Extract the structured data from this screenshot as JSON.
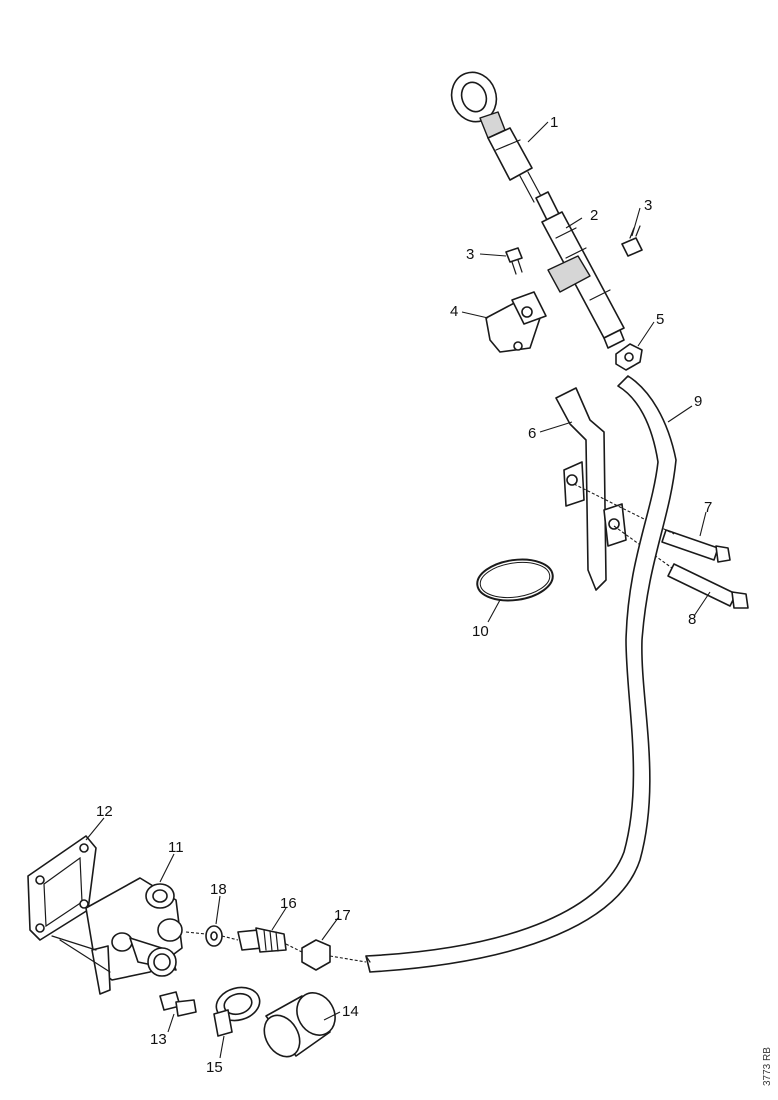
{
  "callouts": {
    "c1": "1",
    "c2": "2",
    "c3a": "3",
    "c3b": "3",
    "c4": "4",
    "c5": "5",
    "c6": "6",
    "c7": "7",
    "c8": "8",
    "c9": "9",
    "c10": "10",
    "c11": "11",
    "c12": "12",
    "c13": "13",
    "c14": "14",
    "c15": "15",
    "c16": "16",
    "c17": "17",
    "c18": "18"
  },
  "figure_id": "3773 RB"
}
